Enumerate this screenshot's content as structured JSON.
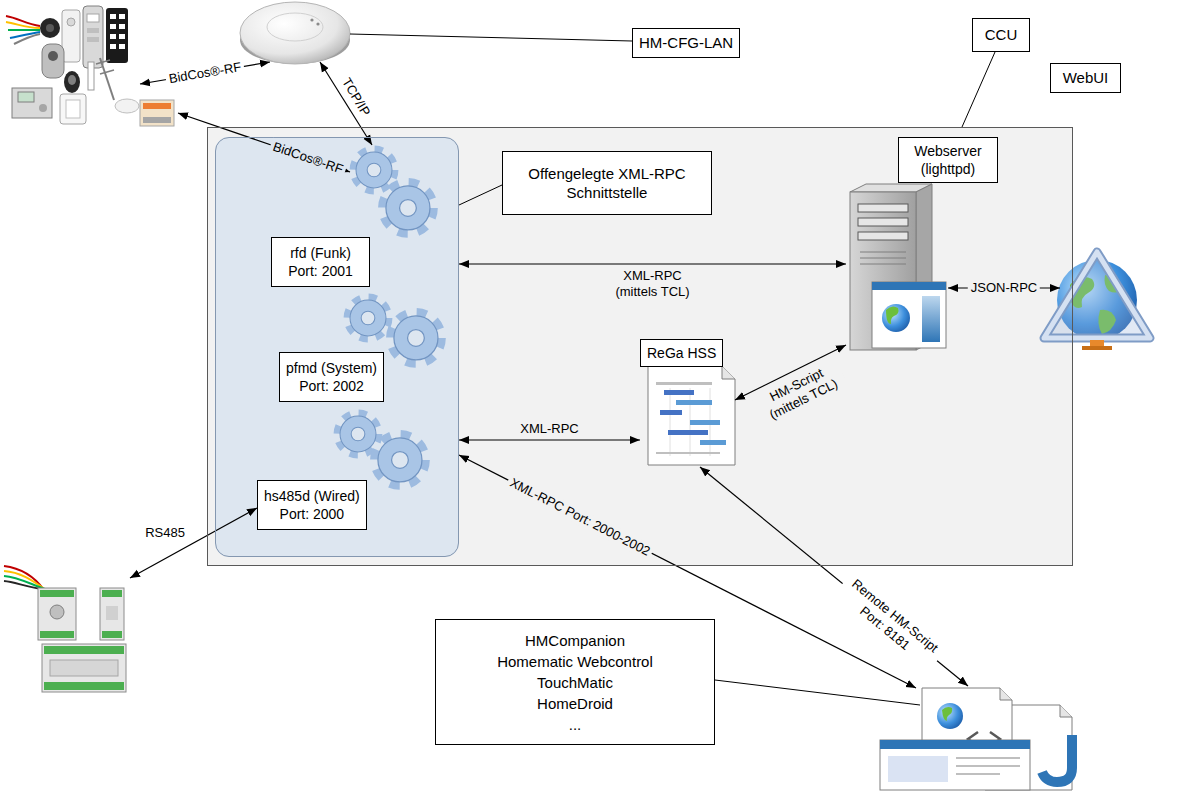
{
  "diagram": {
    "nodes": [
      {
        "text": [
          "HM-CFG-LAN"
        ]
      },
      {
        "text": [
          "CCU"
        ]
      },
      {
        "text": [
          "WebUI"
        ]
      },
      {
        "text": [
          "Offengelegte XML-RPC Schnittstelle"
        ],
        "in": 1
      },
      {
        "text": [
          "Webserver (lighttpd)"
        ],
        "in": 1
      },
      {
        "text": [
          "rfd (Funk)",
          "Port: 2001"
        ],
        "in": 3
      },
      {
        "text": [
          "ReGa HSS"
        ],
        "in": 1
      },
      {
        "text": [
          "pfmd (System)",
          "Port: 2002"
        ],
        "in": 3
      },
      {
        "text": [
          "hs485d (Wired)",
          "Port: 2000"
        ],
        "in": 3
      },
      {
        "text": [
          "HMCompanion",
          "Homematic Webcontrol",
          "TouchMatic",
          "HomeDroid",
          "..."
        ]
      }
    ],
    "edges": [
      {
        "from": 3,
        "to": 4,
        "label": "XML-RPC (mittels TCL)",
        "arrow": "both"
      },
      {
        "from": 4,
        "to": 2,
        "label": "JSON-RPC",
        "arrow": "both"
      },
      {
        "from": 3,
        "to": 6,
        "label": "XML-RPC",
        "arrow": "both"
      },
      {
        "from": 6,
        "to": 4,
        "label": "HM-Script (mittels TCL)",
        "arrow": "both"
      }
    ],
    "labels": [
      "BidCos®-RF",
      "TCP/IP",
      "BidCos®-RF",
      "RS485",
      "XML-RPC Port: 2000-2002",
      "Remote HM-Script Port: 8181"
    ]
  }
}
